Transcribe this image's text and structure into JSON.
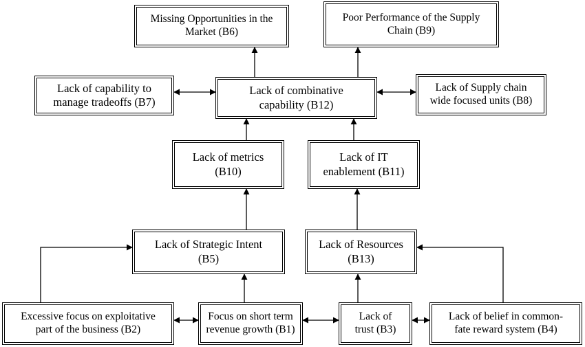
{
  "diagram": {
    "nodes": {
      "b6": {
        "line1": "Missing Opportunities in the",
        "line2": "Market (B6)"
      },
      "b9": {
        "line1": "Poor Performance of the Supply",
        "line2": "Chain (B9)"
      },
      "b7": {
        "line1": "Lack of capability to",
        "line2": "manage tradeoffs (B7)"
      },
      "b12": {
        "line1": "Lack of combinative",
        "line2": "capability (B12)"
      },
      "b8": {
        "line1": "Lack of Supply chain",
        "line2": "wide focused units (B8)"
      },
      "b10": {
        "line1": "Lack of metrics",
        "line2": "(B10)"
      },
      "b11": {
        "line1": "Lack of IT",
        "line2": "enablement (B11)"
      },
      "b5": {
        "line1": "Lack of Strategic Intent",
        "line2": "(B5)"
      },
      "b13": {
        "line1": "Lack of Resources",
        "line2": "(B13)"
      },
      "b2": {
        "line1": "Excessive focus on exploitative",
        "line2": "part of the business (B2)"
      },
      "b1": {
        "line1": "Focus on short term",
        "line2": "revenue growth (B1)"
      },
      "b3": {
        "line1": "Lack of",
        "line2": "trust (B3)"
      },
      "b4": {
        "line1": "Lack of belief in common-",
        "line2": "fate reward system (B4)"
      }
    },
    "edges": [
      {
        "from": "B12",
        "to": "B6",
        "type": "directed"
      },
      {
        "from": "B12",
        "to": "B9",
        "type": "directed"
      },
      {
        "from": "B7",
        "to": "B12",
        "type": "bidirectional"
      },
      {
        "from": "B12",
        "to": "B8",
        "type": "bidirectional"
      },
      {
        "from": "B10",
        "to": "B12",
        "type": "directed"
      },
      {
        "from": "B11",
        "to": "B12",
        "type": "directed"
      },
      {
        "from": "B5",
        "to": "B10",
        "type": "directed"
      },
      {
        "from": "B13",
        "to": "B11",
        "type": "directed"
      },
      {
        "from": "B2",
        "to": "B5",
        "type": "directed"
      },
      {
        "from": "B1",
        "to": "B5",
        "type": "directed"
      },
      {
        "from": "B3",
        "to": "B13",
        "type": "directed"
      },
      {
        "from": "B4",
        "to": "B13",
        "type": "directed"
      },
      {
        "from": "B2",
        "to": "B1",
        "type": "bidirectional"
      },
      {
        "from": "B1",
        "to": "B3",
        "type": "bidirectional"
      },
      {
        "from": "B3",
        "to": "B4",
        "type": "bidirectional"
      }
    ]
  }
}
